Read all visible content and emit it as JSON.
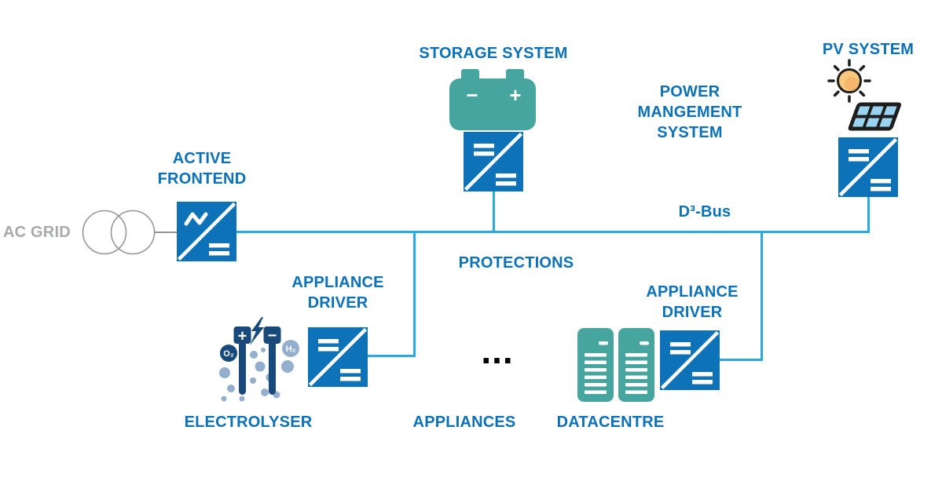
{
  "colors": {
    "label_blue": "#0B71B8",
    "converter_blue": "#0E72B8",
    "bus_cyan": "#29ABE2",
    "teal": "#47A5A0",
    "gray_text": "#A7A9AC",
    "gray_line": "#919396",
    "navy": "#17497B",
    "bubble_blue": "#93AFCD",
    "sun_fill": "#F8C87E",
    "panel_cell": "#9AD3F2",
    "outline_black": "#1D1D1B"
  },
  "nodes": {
    "ac_grid": {
      "label": "AC GRID"
    },
    "active_frontend": {
      "label": "ACTIVE\nFRONTEND"
    },
    "storage_system": {
      "label": "STORAGE SYSTEM",
      "battery_minus": "−",
      "battery_plus": "+"
    },
    "pv_system": {
      "label": "PV SYSTEM"
    },
    "power_management_system": {
      "label": "POWER\nMANGEMENT\nSYSTEM"
    },
    "bus": {
      "label": "D³-Bus"
    },
    "protections": {
      "label": "PROTECTIONS"
    },
    "appliance_driver_left": {
      "label": "APPLIANCE\nDRIVER"
    },
    "appliance_driver_right": {
      "label": "APPLIANCE\nDRIVER"
    },
    "electrolyser": {
      "label": "ELECTROLYSER",
      "electrode_plus": "+",
      "electrode_minus": "−",
      "o2_label": "O₂",
      "h2_label": "H₂"
    },
    "appliances": {
      "label": "APPLIANCES",
      "ellipsis": "..."
    },
    "datacentre": {
      "label": "DATACENTRE"
    }
  }
}
